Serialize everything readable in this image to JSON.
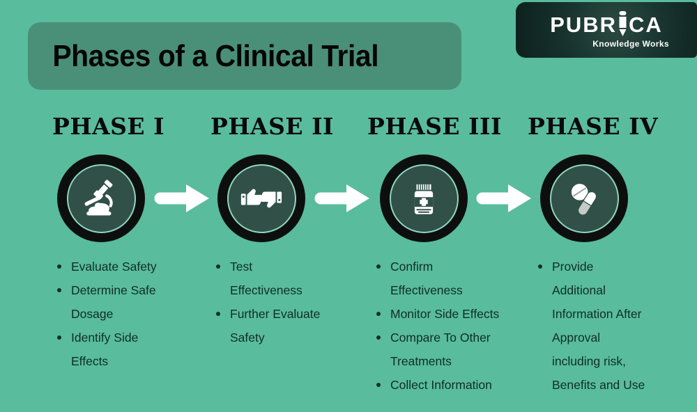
{
  "title": "Phases of a Clinical Trial",
  "logo": {
    "brand_prefix": "PUBR",
    "brand_suffix": "CA",
    "tagline": "Knowledge Works"
  },
  "colors": {
    "background": "#59bc9c",
    "title_box": "#4a9078",
    "logo_box_dark": "#16302b",
    "bullet_text": "#0f2e27",
    "circle_inner": "#315148",
    "circle_ring": "#8ed8c0",
    "circle_outer": "#0d0f0e",
    "icon_white": "#ffffff"
  },
  "phases": [
    {
      "heading": "PHASE I",
      "icon": "microscope-icon",
      "bullets": [
        "Evaluate Safety",
        "Determine Safe\nDosage",
        "Identify Side\nEffects"
      ]
    },
    {
      "heading": "PHASE II",
      "icon": "thumbs-up-down-icon",
      "bullets": [
        "Test\nEffectiveness",
        "Further Evaluate\nSafety"
      ]
    },
    {
      "heading": "PHASE III",
      "icon": "medicine-bottle-icon",
      "bullets": [
        "Confirm\nEffectiveness",
        "Monitor Side Effects",
        "Compare To Other\nTreatments",
        "Collect Information"
      ]
    },
    {
      "heading": "PHASE IV",
      "icon": "pills-icon",
      "bullets": [
        "Provide\nAdditional\nInformation After\nApproval\nincluding risk,\nBenefits and Use"
      ]
    }
  ]
}
